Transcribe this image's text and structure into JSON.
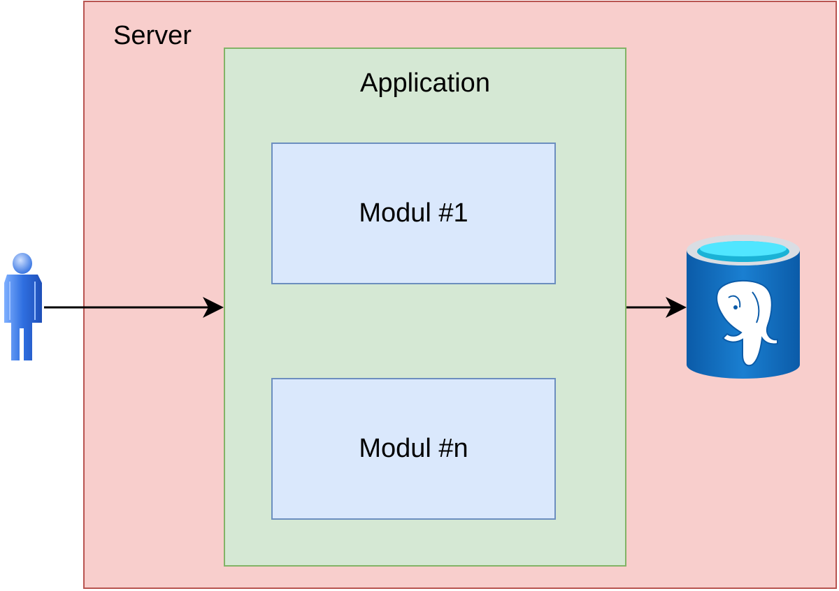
{
  "server": {
    "label": "Server"
  },
  "application": {
    "label": "Application"
  },
  "modules": [
    {
      "label": "Modul #1"
    },
    {
      "label": "Modul #n"
    }
  ],
  "icons": {
    "user": "user-icon",
    "database": "postgresql-database-icon"
  },
  "colors": {
    "server_fill": "#f8cecc",
    "server_stroke": "#b85450",
    "application_fill": "#d5e8d4",
    "application_stroke": "#82b366",
    "module_fill": "#dae8fc",
    "module_stroke": "#6c8ebf",
    "database_blue": "#0f6fbf"
  }
}
